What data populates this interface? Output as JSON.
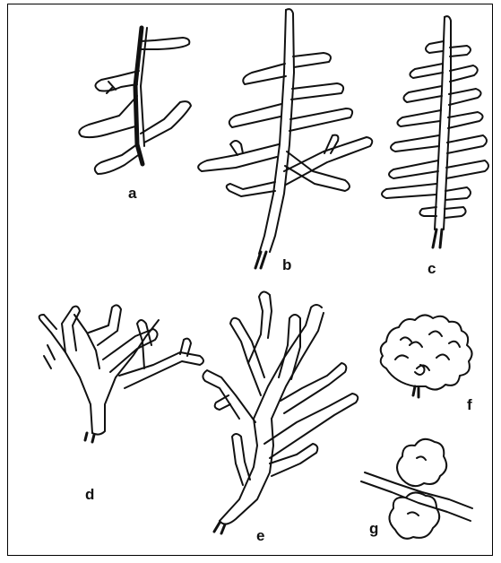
{
  "figure": {
    "panels": [
      {
        "id": "a",
        "label": "a"
      },
      {
        "id": "b",
        "label": "b"
      },
      {
        "id": "c",
        "label": "c"
      },
      {
        "id": "d",
        "label": "d"
      },
      {
        "id": "e",
        "label": "e"
      },
      {
        "id": "f",
        "label": "f"
      },
      {
        "id": "g",
        "label": "g"
      }
    ],
    "colors": {
      "ink": "#111111",
      "background": "#ffffff",
      "border": "#000000"
    }
  }
}
